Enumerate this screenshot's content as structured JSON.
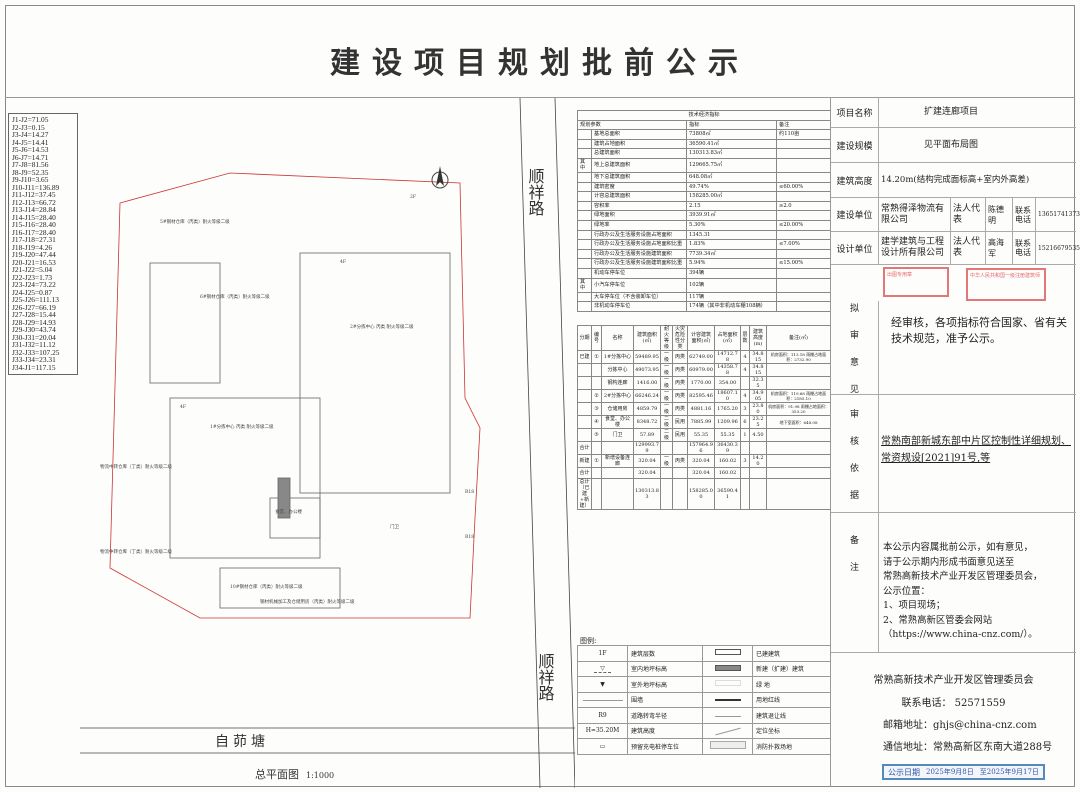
{
  "title": "建设项目规划批前公示",
  "segments": [
    "J1-J2=71.05",
    "J2-J3=0.15",
    "J3-J4=14.27",
    "J4-J5=14.41",
    "J5-J6=14.53",
    "J6-J7=14.71",
    "J7-J8=81.56",
    "J8-J9=52.35",
    "J9-J10=3.65",
    "J10-J11=136.89",
    "J11-J12=37.45",
    "J12-J13=66.72",
    "J13-J14=28.84",
    "J14-J15=28.40",
    "J15-J16=28.40",
    "J16-J17=28.40",
    "J17-J18=27.31",
    "J18-J19=4.26",
    "J19-J20=47.44",
    "J20-J21=16.53",
    "J21-J22=5.04",
    "J22-J23=1.73",
    "J23-J24=73.22",
    "J24-J25=0.87",
    "J25-J26=111.13",
    "J26-J27=66.19",
    "J27-J28=15.44",
    "J28-J29=14.93",
    "J29-J30=43.74",
    "J30-J31=20.04",
    "J31-J32=11.12",
    "J32-J33=107.25",
    "J33-J34=23.31",
    "J34-J1=117.15"
  ],
  "plan": {
    "road_east": "顺祥路",
    "road_south": "自茆塘",
    "caption": "总平面图",
    "scale": "1:1000",
    "labels": [
      "5#钢材仓库（丙类）耐火等级二级",
      "6#钢材仓库（丙类）耐火等级二级",
      "2#分拣中心 丙类 耐火等级二级",
      "1#分拣中心 丙类 耐火等级二级",
      "物流中转仓库（丁类）耐火等级二级",
      "物流中转仓库（丁类）耐火等级二级",
      "10#钢材仓库（丙类）耐火等级二级",
      "钢材机械加工及仓储用房（丙类）耐火等级二级",
      "食堂、办公楼",
      "门卫",
      "R18",
      "R18",
      "4F",
      "4F",
      "2F"
    ]
  },
  "tech": {
    "title": "技术经济指标",
    "header": [
      "规划参数",
      "指标",
      "备注"
    ],
    "rows": [
      [
        "",
        "基地总面积",
        "73808㎡",
        "约110亩"
      ],
      [
        "",
        "建筑占地面积",
        "36590.41㎡",
        ""
      ],
      [
        "",
        "总建筑面积",
        "130313.83㎡",
        ""
      ],
      [
        "其中",
        "地上总建筑面积",
        "129665.75㎡",
        ""
      ],
      [
        "",
        "地下总建筑面积",
        "648.08㎡",
        ""
      ],
      [
        "",
        "建筑密度",
        "49.74%",
        "≤60.00%"
      ],
      [
        "",
        "计容总建筑面积",
        "158285.00㎡",
        ""
      ],
      [
        "",
        "容积率",
        "2.15",
        "≥2.0"
      ],
      [
        "",
        "绿地面积",
        "3939.91㎡",
        ""
      ],
      [
        "",
        "绿地率",
        "5.30%",
        "≤20.00%"
      ],
      [
        "",
        "行政办公及生活服务设施占地面积",
        "1345.31",
        ""
      ],
      [
        "",
        "行政办公及生活服务设施占地面积比重",
        "1.83%",
        "≤7.00%"
      ],
      [
        "",
        "行政办公及生活服务设施建筑面积",
        "7739.34㎡",
        ""
      ],
      [
        "",
        "行政办公及生活服务设施建筑面积比重",
        "5.94%",
        "≤15.00%"
      ],
      [
        "",
        "机动车停车位",
        "394辆",
        ""
      ],
      [
        "其中",
        "小汽车停车位",
        "102辆",
        ""
      ],
      [
        "",
        "大车停车位（不含装卸车位）",
        "117辆",
        ""
      ],
      [
        "",
        "非机动车停车位",
        "174辆（其中非机动车棚108辆）",
        ""
      ]
    ]
  },
  "buildings": {
    "header": [
      "分期",
      "编号",
      "名称",
      "建筑面积(㎡)",
      "耐火等级",
      "火灾危险性分类",
      "计容建筑面积(㎡)",
      "占地面积(㎡)",
      "层数",
      "建筑高度(m)",
      "备注(㎡)"
    ],
    "rows": [
      [
        "已建",
        "①",
        "1#分拣中心",
        "59489.95",
        "一级",
        "丙类",
        "62749.00",
        "14712.78",
        "4",
        "34.815",
        "机房面积：113.18 雨棚占地面积：2732.90"
      ],
      [
        "",
        "",
        "分拣中心",
        "49073.95",
        "一级",
        "丙类",
        "60979.00",
        "14358.78",
        "4",
        "34.815",
        ""
      ],
      [
        "",
        "",
        "钢构连廊",
        "1416.00",
        "一级",
        "丙类",
        "1770.00",
        "354.00",
        "",
        "32.35",
        ""
      ],
      [
        "",
        "②",
        "2#分拣中心",
        "66246.24",
        "一级",
        "丙类",
        "82595.46",
        "18607.10",
        "4",
        "34.905",
        "机房面积：119.68 雨棚占地面积：2185.10"
      ],
      [
        "",
        "③",
        "仓储用房",
        "4859.79",
        "一级",
        "丙类",
        "4881.16",
        "1765.20",
        "3",
        "23.80",
        "机房面积：91.98 雨棚占地面积：353.20"
      ],
      [
        "",
        "④",
        "食堂、办公楼",
        "8348.72",
        "二级",
        "民用",
        "7885.99",
        "1209.96",
        "6",
        "23.25",
        "地下室面积：648.08"
      ],
      [
        "",
        "⑤",
        "门卫",
        "57.89",
        "二级",
        "民用",
        "55.35",
        "55.35",
        "1",
        "4.50",
        ""
      ],
      [
        "合计",
        "",
        "",
        "129993.79",
        "",
        "",
        "157964.96",
        "36430.39",
        "",
        "",
        ""
      ],
      [
        "新建",
        "①",
        "新增设备连廊",
        "320.04",
        "一级",
        "丙类",
        "320.04",
        "160.02",
        "3",
        "14.20",
        ""
      ],
      [
        "合计",
        "",
        "",
        "320.04",
        "",
        "",
        "320.04",
        "160.02",
        "",
        "",
        ""
      ],
      [
        "总计（已建+新建）",
        "",
        "",
        "130313.83",
        "",
        "",
        "158285.00",
        "36590.41",
        "",
        "",
        ""
      ]
    ]
  },
  "legend": {
    "title": "图例:",
    "rows": [
      [
        "1F",
        "建筑层数",
        "",
        "已建建筑"
      ],
      [
        "",
        "室内地坪标高",
        "",
        "新建（扩建）建筑"
      ],
      [
        "",
        "室外地坪标高",
        "",
        "绿 地"
      ],
      [
        "",
        "围墙",
        "",
        "用地红线"
      ],
      [
        "R9",
        "道路转弯半径",
        "",
        "建筑退让线"
      ],
      [
        "H=35.20M",
        "建筑高度",
        "",
        "定位坐标"
      ],
      [
        "",
        "预留充电桩停车位",
        "",
        "消防扑救场地"
      ]
    ]
  },
  "info": {
    "project_name_label": "项目名称",
    "project_name": "扩建连廊项目",
    "scale_label": "建设规模",
    "scale": "见平面布局图",
    "height_label": "建筑高度",
    "height": "14.20m(结构完成面标高+室内外高差)",
    "builder_label": "建设单位",
    "builder": "常熟得泽物流有限公司",
    "rep_label": "法人代表",
    "builder_rep": "陈德明",
    "phone_label": "联系电话",
    "builder_phone": "13651741373",
    "designer_label": "设计单位",
    "designer": "建学建筑与工程设计所有限公司",
    "designer_rep": "高海军",
    "designer_phone": "15216679535",
    "opinion_label": [
      "拟",
      "审",
      "意",
      "见"
    ],
    "opinion": "经审核，各项指标符合国家、省有关技术规范，准予公示。",
    "basis_label": [
      "审",
      "核",
      "依",
      "据"
    ],
    "basis": "常熟南部新城东部中片区控制性详细规划、常资规设[2021]91号,等",
    "remark_label": [
      "备",
      "注"
    ],
    "remark": [
      "本公示内容属批前公示，如有意见，",
      "请于公示期内形成书面意见送至",
      "常熟高新技术产业开发区管理委员会，",
      "公示位置：",
      "1、项目现场；",
      "2、常熟高新区管委会网站",
      "（https://www.china-cnz.com/）。"
    ],
    "committee": "常熟高新技术产业开发区管理委员会",
    "tel": "联系电话：  52571559",
    "email": "邮箱地址：ghjs@china-cnz.com",
    "address": "通信地址：常熟高新区东南大道288号"
  },
  "stamps": {
    "design": "出图专用章",
    "engineer": "中华人民共和国一级注册建筑师",
    "publicity_label": "公示日期",
    "publicity_from": "2025年9月8日",
    "publicity_to": "至2025年9月17日"
  }
}
